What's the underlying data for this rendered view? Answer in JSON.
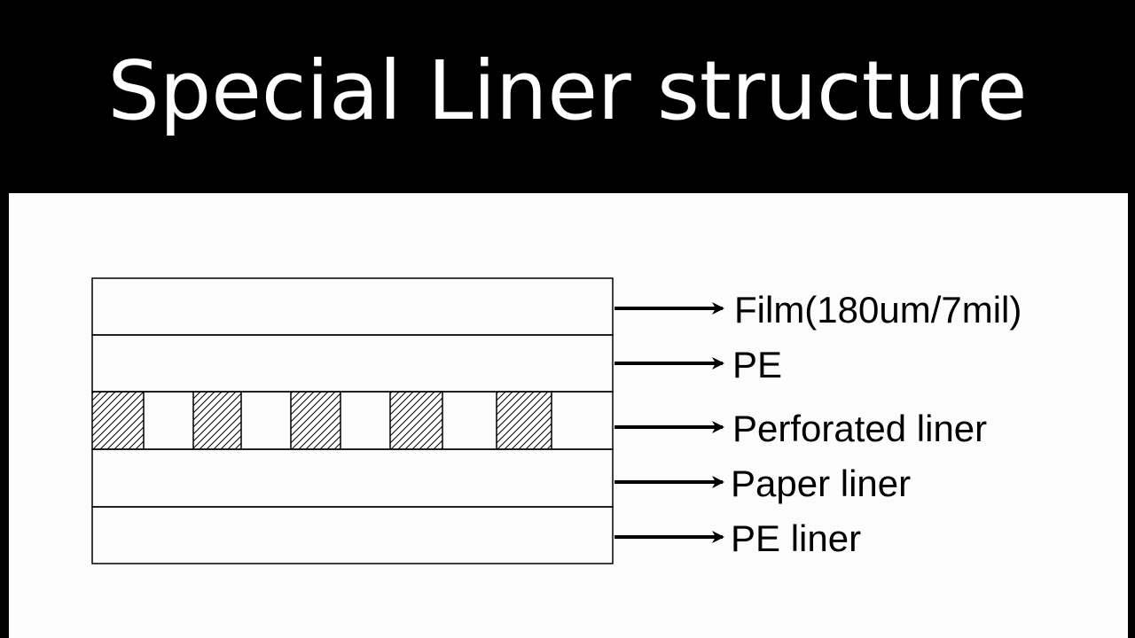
{
  "title": "Special Liner structure",
  "colors": {
    "header_background": "#000000",
    "title_text": "#ffffff",
    "canvas_background": "#fbfcfb",
    "line": "#000000"
  },
  "layers": [
    {
      "label": "Film(180um/7mil)",
      "perforated": false
    },
    {
      "label": "PE",
      "perforated": false
    },
    {
      "label": "Perforated liner",
      "perforated": true
    },
    {
      "label": "Paper liner",
      "perforated": false
    },
    {
      "label": "PE liner",
      "perforated": false
    }
  ]
}
